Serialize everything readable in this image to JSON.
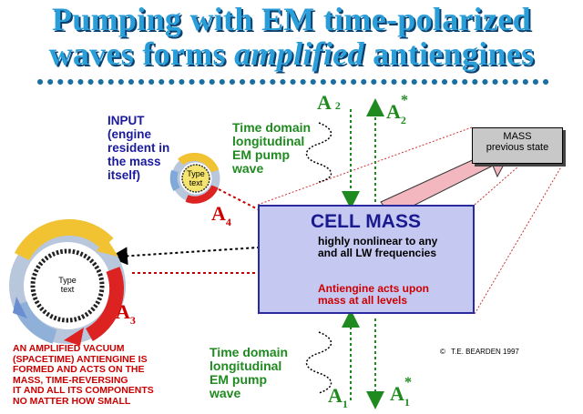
{
  "title": {
    "line1": "Pumping with EM time-polarized",
    "line2_pre": "waves forms ",
    "line2_em": "amplified",
    "line2_post": " antiengines"
  },
  "input_label": [
    "INPUT",
    "(engine",
    "resident in",
    "the mass",
    "itself)"
  ],
  "pump_top": [
    "Time domain",
    "longitudinal",
    "EM pump",
    "wave"
  ],
  "pump_bottom": [
    "Time domain",
    "longitudinal",
    "EM pump",
    "wave"
  ],
  "labels": {
    "a2": "A",
    "a2_sub": "2",
    "a2star": "A",
    "a2star_sub": "2",
    "a2star_sup": "*",
    "a4": "A",
    "a4_sub": "4",
    "a3": "A",
    "a3_sub": "3",
    "a1": "A",
    "a1_sub": "1",
    "a1star": "A",
    "a1star_sub": "1",
    "a1star_sup": "*"
  },
  "mass_prev": [
    "MASS",
    "previous state"
  ],
  "cell": {
    "title": "CELL MASS",
    "line1": "highly nonlinear to any",
    "line2": "and all LW frequencies",
    "red1": "Antiengine acts upon",
    "red2": "mass at all levels"
  },
  "small_core": [
    "Type",
    "text"
  ],
  "big_core": [
    "Type",
    "text"
  ],
  "amplified": [
    "AN AMPLIFIED VACUUM",
    "(SPACETIME) ANTIENGINE IS",
    "FORMED AND ACTS ON THE",
    "MASS, TIME-REVERSING",
    "IT AND ALL ITS COMPONENTS",
    "NO MATTER HOW SMALL"
  ],
  "copyright": "T.E. BEARDEN  1997",
  "copyright_symbol": "©",
  "colors": {
    "title": "#2a9ed8",
    "title_shadow": "#0b3f6e",
    "green": "#1f8a1f",
    "red": "#cc0000",
    "cell_fill": "#c5c9f2",
    "cell_border": "#2a2aa0",
    "dots": "#1a6fa0"
  }
}
